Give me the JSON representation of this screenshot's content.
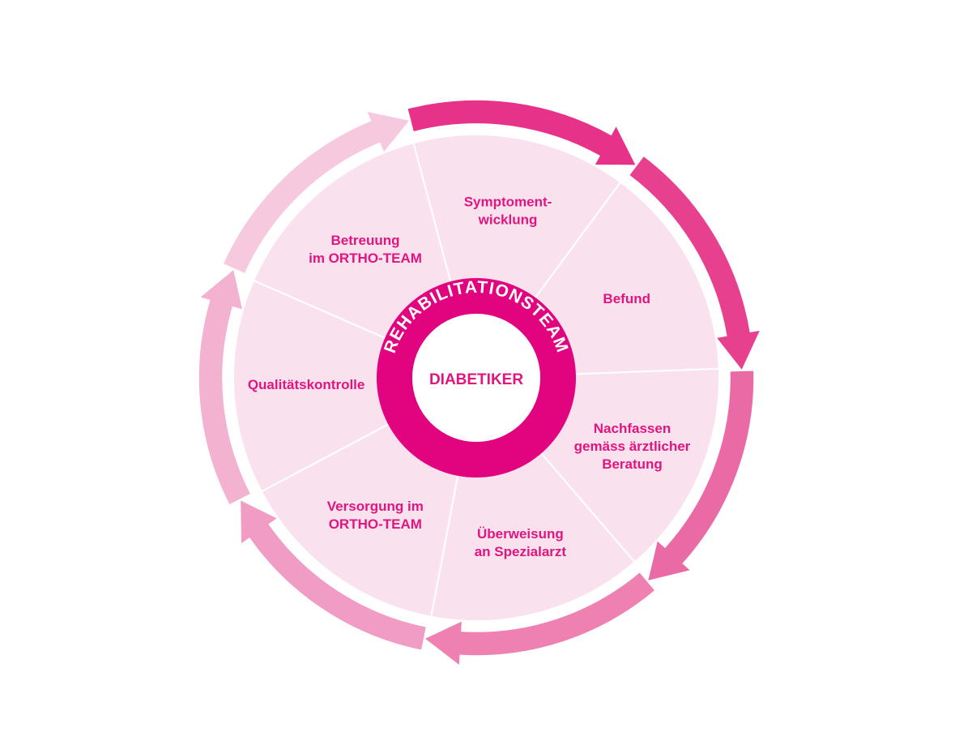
{
  "diagram": {
    "center_label": "DIABETIKER",
    "ring_label": "REHABILITATIONSTEAM",
    "segments": [
      {
        "lines": [
          "Symptoment-",
          "wicklung"
        ]
      },
      {
        "lines": [
          "Befund"
        ]
      },
      {
        "lines": [
          "Nachfassen",
          "gemäss ärztlicher",
          "Beratung"
        ]
      },
      {
        "lines": [
          "Überweisung",
          "an Spezialarzt"
        ]
      },
      {
        "lines": [
          "Versorgung im",
          "ORTHO-TEAM"
        ]
      },
      {
        "lines": [
          "Qualitätskontrolle"
        ]
      },
      {
        "lines": [
          "Betreuung",
          "im ORTHO-TEAM"
        ]
      }
    ],
    "colors": {
      "text": "#e0157f",
      "ring": "#e2037e",
      "segment_fill": "#fae1ee",
      "segment_divider": "#ffffff",
      "center_fill": "#ffffff",
      "ring_text": "#ffffff",
      "arrows": [
        "#e73289",
        "#e7408e",
        "#ea6aa6",
        "#ee80b2",
        "#f19cc4",
        "#f4b2d1",
        "#f7c9de"
      ]
    }
  }
}
